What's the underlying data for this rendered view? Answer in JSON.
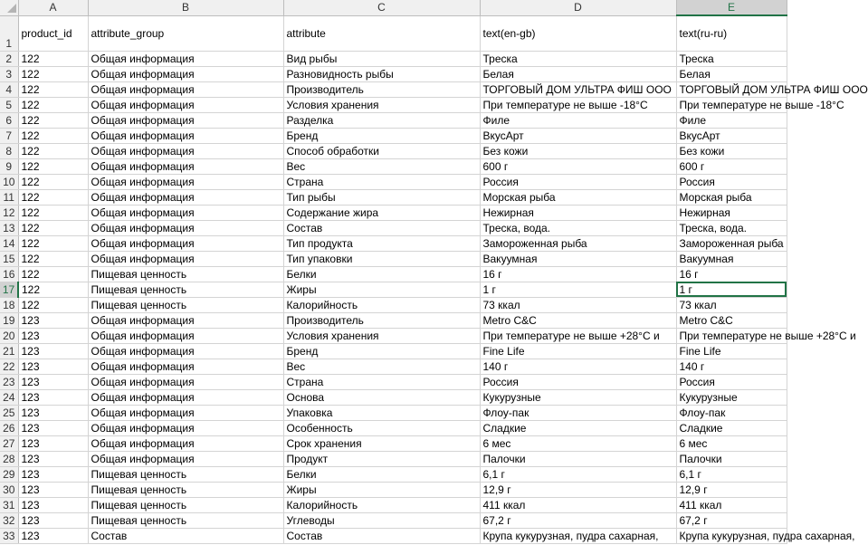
{
  "columns": [
    "A",
    "B",
    "C",
    "D",
    "E"
  ],
  "headers": [
    "product_id",
    "attribute_group",
    "attribute",
    "text(en-gb)",
    "text(ru-ru)"
  ],
  "header_row_number": "1",
  "active_cell": {
    "row": "17",
    "col": "E"
  },
  "rows": [
    {
      "n": "2",
      "a": "122",
      "b": "Общая информация",
      "c": "Вид рыбы",
      "d": "Треска",
      "e": "Треска"
    },
    {
      "n": "3",
      "a": "122",
      "b": "Общая информация",
      "c": "Разновидность рыбы",
      "d": "Белая",
      "e": "Белая"
    },
    {
      "n": "4",
      "a": "122",
      "b": "Общая информация",
      "c": "Производитель",
      "d": "ТОРГОВЫЙ ДОМ УЛЬТРА ФИШ ООО",
      "e": "ТОРГОВЫЙ ДОМ УЛЬТРА ФИШ ООО"
    },
    {
      "n": "5",
      "a": "122",
      "b": "Общая информация",
      "c": "Условия хранения",
      "d": "При температуре не выше -18°С",
      "e": "При температуре не выше -18°С"
    },
    {
      "n": "6",
      "a": "122",
      "b": "Общая информация",
      "c": "Разделка",
      "d": "Филе",
      "e": "Филе"
    },
    {
      "n": "7",
      "a": "122",
      "b": "Общая информация",
      "c": "Бренд",
      "d": "ВкусАрт",
      "e": "ВкусАрт"
    },
    {
      "n": "8",
      "a": "122",
      "b": "Общая информация",
      "c": "Способ обработки",
      "d": "Без кожи",
      "e": "Без кожи"
    },
    {
      "n": "9",
      "a": "122",
      "b": "Общая информация",
      "c": "Вес",
      "d": "600 г",
      "e": "600 г"
    },
    {
      "n": "10",
      "a": "122",
      "b": "Общая информация",
      "c": "Страна",
      "d": "Россия",
      "e": "Россия"
    },
    {
      "n": "11",
      "a": "122",
      "b": "Общая информация",
      "c": "Тип рыбы",
      "d": "Морская рыба",
      "e": "Морская рыба"
    },
    {
      "n": "12",
      "a": "122",
      "b": "Общая информация",
      "c": "Содержание жира",
      "d": "Нежирная",
      "e": "Нежирная"
    },
    {
      "n": "13",
      "a": "122",
      "b": "Общая информация",
      "c": "Состав",
      "d": "Треска, вода.",
      "e": "Треска, вода."
    },
    {
      "n": "14",
      "a": "122",
      "b": "Общая информация",
      "c": "Тип продукта",
      "d": "Замороженная рыба",
      "e": "Замороженная рыба"
    },
    {
      "n": "15",
      "a": "122",
      "b": "Общая информация",
      "c": "Тип упаковки",
      "d": "Вакуумная",
      "e": "Вакуумная"
    },
    {
      "n": "16",
      "a": "122",
      "b": "Пищевая ценность",
      "c": "Белки",
      "d": "16 г",
      "e": "16 г"
    },
    {
      "n": "17",
      "a": "122",
      "b": "Пищевая ценность",
      "c": "Жиры",
      "d": "1 г",
      "e": "1 г"
    },
    {
      "n": "18",
      "a": "122",
      "b": "Пищевая ценность",
      "c": "Калорийность",
      "d": "73 ккал",
      "e": "73 ккал"
    },
    {
      "n": "19",
      "a": "123",
      "b": "Общая информация",
      "c": "Производитель",
      "d": "Metro C&C",
      "e": "Metro C&C"
    },
    {
      "n": "20",
      "a": "123",
      "b": "Общая информация",
      "c": "Условия хранения",
      "d": "При температуре не выше +28°С и",
      "e": "При температуре не выше +28°С и"
    },
    {
      "n": "21",
      "a": "123",
      "b": "Общая информация",
      "c": "Бренд",
      "d": "Fine Life",
      "e": "Fine Life"
    },
    {
      "n": "22",
      "a": "123",
      "b": "Общая информация",
      "c": "Вес",
      "d": "140 г",
      "e": "140 г"
    },
    {
      "n": "23",
      "a": "123",
      "b": "Общая информация",
      "c": "Страна",
      "d": "Россия",
      "e": "Россия"
    },
    {
      "n": "24",
      "a": "123",
      "b": "Общая информация",
      "c": "Основа",
      "d": "Кукурузные",
      "e": "Кукурузные"
    },
    {
      "n": "25",
      "a": "123",
      "b": "Общая информация",
      "c": "Упаковка",
      "d": "Флоу-пак",
      "e": "Флоу-пак"
    },
    {
      "n": "26",
      "a": "123",
      "b": "Общая информация",
      "c": "Особенность",
      "d": "Сладкие",
      "e": "Сладкие"
    },
    {
      "n": "27",
      "a": "123",
      "b": "Общая информация",
      "c": "Срок хранения",
      "d": "6 мес",
      "e": "6 мес"
    },
    {
      "n": "28",
      "a": "123",
      "b": "Общая информация",
      "c": "Продукт",
      "d": "Палочки",
      "e": "Палочки"
    },
    {
      "n": "29",
      "a": "123",
      "b": "Пищевая ценность",
      "c": "Белки",
      "d": "6,1 г",
      "e": "6,1 г"
    },
    {
      "n": "30",
      "a": "123",
      "b": "Пищевая ценность",
      "c": "Жиры",
      "d": "12,9 г",
      "e": "12,9 г"
    },
    {
      "n": "31",
      "a": "123",
      "b": "Пищевая ценность",
      "c": "Калорийность",
      "d": "411 ккал",
      "e": "411 ккал"
    },
    {
      "n": "32",
      "a": "123",
      "b": "Пищевая ценность",
      "c": "Углеводы",
      "d": "67,2 г",
      "e": "67,2 г"
    },
    {
      "n": "33",
      "a": "123",
      "b": "Состав",
      "c": "Состав",
      "d": "Крупа кукурузная, пудра сахарная,",
      "e": "Крупа кукурузная, пудра сахарная,"
    }
  ]
}
